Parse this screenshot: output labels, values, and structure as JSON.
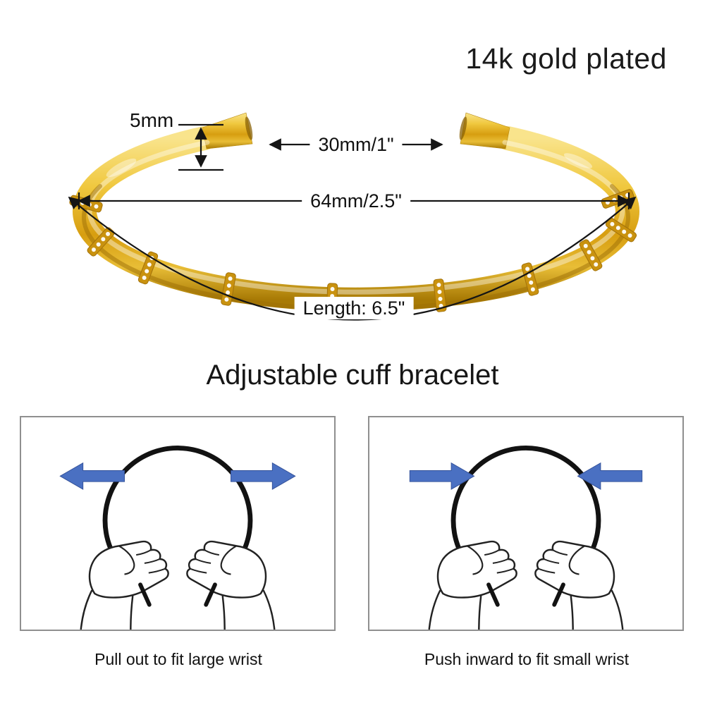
{
  "header": {
    "title": "14k gold plated"
  },
  "product": {
    "subtitle": "Adjustable cuff bracelet",
    "measurements": {
      "tip_width": "5mm",
      "opening": "30mm/1\"",
      "diameter": "64mm/2.5\"",
      "length": "Length: 6.5\""
    }
  },
  "instructions": [
    {
      "caption": "Pull out to fit large wrist",
      "arrows": "outward"
    },
    {
      "caption": "Push inward to fit small wrist",
      "arrows": "inward"
    }
  ],
  "icons": {
    "blue_arrow": "direction-arrow-icon",
    "measure_arrow": "measurement-arrow-icon"
  },
  "colors": {
    "gold": "#e0a817",
    "gold_dark": "#a87a05",
    "arrow_blue": "#4a70c2",
    "line_black": "#151515",
    "box_border": "#8f8f8f"
  }
}
